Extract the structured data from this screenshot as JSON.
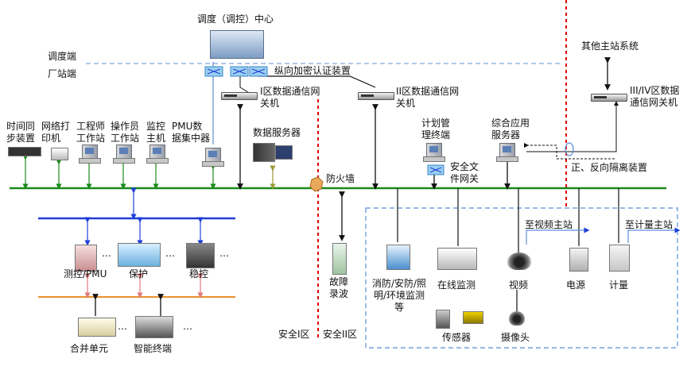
{
  "zones": {
    "dispatch_end": "调度端",
    "plant_end": "厂站端",
    "safety_1": "安全I区",
    "safety_2": "安全II区"
  },
  "top": {
    "center": "调度（调控）中心",
    "other_master": "其他主站系统",
    "vertical_encrypt": "纵向加密认证装置"
  },
  "gateways": {
    "zone1": "I区数据通信网关机",
    "zone2": "II区数据通信网关机",
    "zone34": "III/IV区数据通信网关机"
  },
  "bus1_devices": {
    "time_sync": "时间同步装置",
    "network_printer": "网络打印机",
    "engineer_ws": "工程师工作站",
    "operator_ws": "操作员工作站",
    "monitor_host": "监控主机",
    "pmu_concentrator": "PMU数据集中器",
    "data_server": "数据服务器"
  },
  "bus2_devices": {
    "plan_terminal": "计划管理终端",
    "safety_gateway": "安全文件网关",
    "integrated_server": "综合应用服务器",
    "isolation": "正、反向隔离装置",
    "firewall": "防火墙"
  },
  "bay": {
    "measure_pmu": "测控/PMU",
    "protection": "保护",
    "stability": "稳控",
    "merging_unit": "合并单元",
    "smart_terminal": "智能终端",
    "ellipsis": "…"
  },
  "field": {
    "fault_recorder": "故障录波",
    "fire_security": "消防/安防/照明/环境监测等",
    "online_monitor": "在线监测",
    "sensor": "传感器",
    "video": "视频",
    "camera": "摄像头",
    "power": "电源",
    "metering": "计量",
    "to_video_master": "至视频主站",
    "to_metering_master": "至计量主站"
  },
  "colors": {
    "station_bus": "#1a8a1a",
    "process_bus_blue": "#1f3fd8",
    "process_bus_orange": "#e8912c",
    "zone_divider": "#e00000",
    "dashed_frame": "#5b8fd9"
  }
}
